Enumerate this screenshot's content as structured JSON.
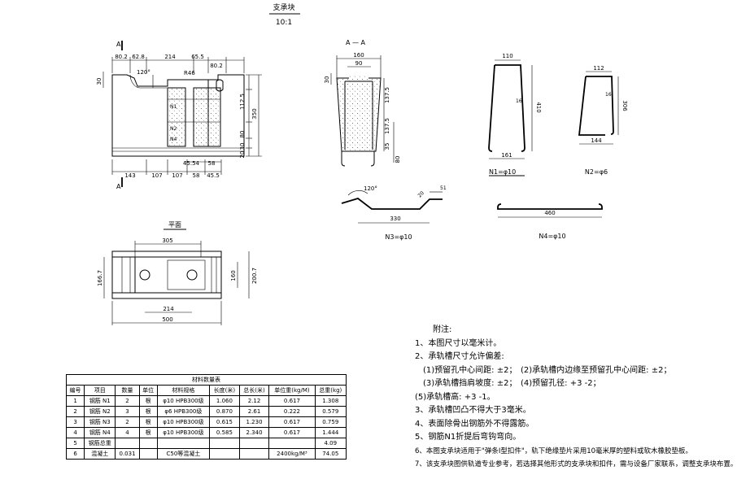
{
  "title": {
    "name": "支承块",
    "scale": "10:1"
  },
  "section_marks": {
    "a_top": "A",
    "a_bottom": "A",
    "section_title": "A — A"
  },
  "elevation": {
    "dims_top": [
      "80.2",
      "62.8",
      "214",
      "65.5",
      "80.2"
    ],
    "radius_label": "R46",
    "angle_label": "120°",
    "dim_left": "30",
    "dims_right": [
      "112.5",
      "350",
      "80",
      "30",
      "20"
    ],
    "dims_bottom_inner": [
      "45.54",
      "58"
    ],
    "dims_bottom": [
      "143",
      "107",
      "107",
      "58",
      "45.5"
    ],
    "rebar_tags": [
      "N1",
      "N2",
      "N4"
    ]
  },
  "plan": {
    "title": "平面",
    "dim_top": "305",
    "dim_left": "166.7",
    "dims_right": [
      "160",
      "200.7"
    ],
    "dim_bottom_inner": "214",
    "dim_bottom": "500"
  },
  "section": {
    "dims_top": [
      "160",
      "90"
    ],
    "dim_left": "30",
    "dims_right": [
      "137.5",
      "137.5",
      "35",
      "80"
    ]
  },
  "rebars": {
    "n1": {
      "label": "N1=φ10",
      "height": "410",
      "top": "110",
      "bottom": "161",
      "mark": "16"
    },
    "n2": {
      "label": "N2=φ6",
      "height": "306",
      "top": "112",
      "bottom": "144",
      "mark": "16"
    },
    "n3": {
      "label": "N3=φ10",
      "length": "330",
      "angle": "120°",
      "hook": "51",
      "hook_angle": "20"
    },
    "n4": {
      "label": "N4=φ10",
      "length": "460"
    }
  },
  "notes": {
    "title": "附注:",
    "items": [
      "1、本图尺寸以毫米计。",
      "2、承轨槽尺寸允许偏差:",
      "(1)预留孔中心间距: ±2；",
      "(2)承轨槽内边缘至预留孔中心间距: ±2；",
      "(3)承轨槽挡肩坡度: ±2；",
      "(4)预留孔径: +3 -2；",
      "(5)承轨槽高: +3 -1。",
      "3、承轨槽凹凸不得大于3毫米。",
      "4、表面除骨出钢筋外不得露筋。",
      "5、钢筋N1折提后弯钩弯向。",
      "6、本图支承块适用于\"弹条I型扣件\"，轨下绝缘垫片采用10毫米厚的塑料或软木橡胶垫板。",
      "7、该支承块图供轨道专业参考，若选择其他形式的支承块和扣件，需与设备厂家联系，调整支承块布置。"
    ]
  },
  "materials": {
    "caption": "材料数量表",
    "headers": [
      "编号",
      "项目",
      "数量",
      "单位",
      "材料规格",
      "长度(米)",
      "总长(米)",
      "单位重(kg/M)",
      "总重(kg)"
    ],
    "rows": [
      [
        "1",
        "钢筋 N1",
        "2",
        "根",
        "φ10 HPB300级",
        "1.060",
        "2.12",
        "0.617",
        "1.308"
      ],
      [
        "2",
        "钢筋 N2",
        "3",
        "根",
        "φ6 HPB300级",
        "0.870",
        "2.61",
        "0.222",
        "0.579"
      ],
      [
        "3",
        "钢筋 N3",
        "2",
        "根",
        "φ10 HPB300级",
        "0.615",
        "1.230",
        "0.617",
        "0.759"
      ],
      [
        "4",
        "钢筋 N4",
        "4",
        "根",
        "φ10 HPB300级",
        "0.585",
        "2.340",
        "0.617",
        "1.444"
      ],
      [
        "5",
        "钢筋总重",
        "",
        "",
        "",
        "",
        "",
        "",
        "4.09"
      ],
      [
        "6",
        "混凝土",
        "0.031",
        "",
        "C50等混凝土",
        "",
        "",
        "2400kg/M³",
        "74.05"
      ]
    ]
  }
}
